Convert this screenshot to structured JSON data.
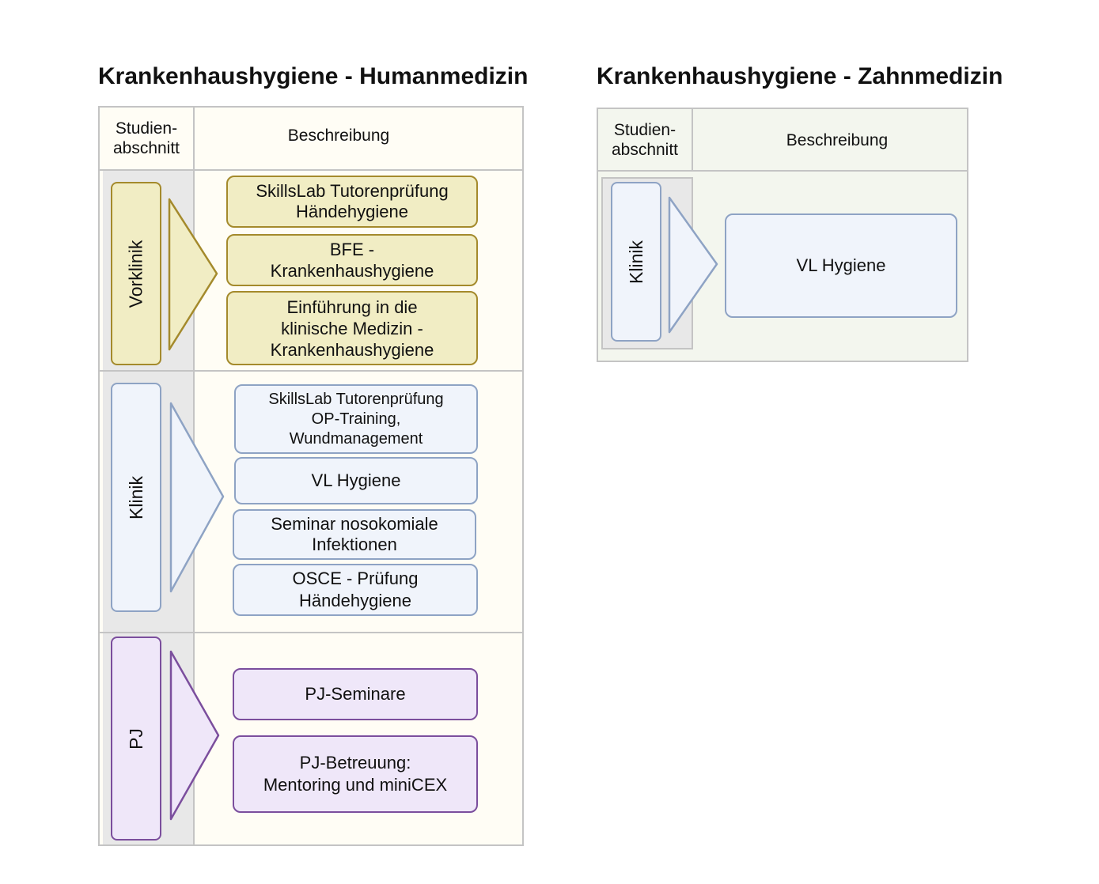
{
  "human": {
    "title": "Krankenhaushygiene - Humanmedizin",
    "header": {
      "col1": "Studien-\nabschnitt",
      "col2": "Beschreibung"
    },
    "phases": [
      {
        "label": "Vorklinik",
        "items": [
          "SkillsLab Tutorenprüfung\nHändehygiene",
          "BFE -\nKrankenhaushygiene",
          "Einführung in die\nklinische Medizin -\nKrankenhaushygiene"
        ]
      },
      {
        "label": "Klinik",
        "items": [
          "SkillsLab Tutorenprüfung\nOP-Training,\nWundmanagement",
          "VL Hygiene",
          "Seminar nosokomiale\nInfektionen",
          "OSCE - Prüfung\nHändehygiene"
        ]
      },
      {
        "label": "PJ",
        "items": [
          "PJ-Seminare",
          "PJ-Betreuung:\nMentoring und miniCEX"
        ]
      }
    ]
  },
  "dental": {
    "title": "Krankenhaushygiene - Zahnmedizin",
    "header": {
      "col1": "Studien-\nabschnitt",
      "col2": "Beschreibung"
    },
    "phases": [
      {
        "label": "Klinik",
        "items": [
          "VL Hygiene"
        ]
      }
    ]
  },
  "colors": {
    "vorklinik": "#a48a2c",
    "klinik": "#8ea3c4",
    "pj": "#7b4e9d",
    "human_bg": "#fffdf5",
    "dental_bg": "#f3f6ee"
  }
}
